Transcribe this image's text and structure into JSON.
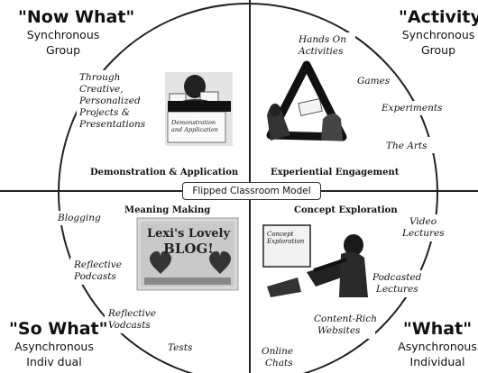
{
  "center_label": "Flipped Classroom Model",
  "corners": {
    "top_left": {
      "title": "\"Now What\"",
      "sub1": "Synchronous",
      "sub2": "Group"
    },
    "top_right": {
      "title": "\"Activity\"",
      "sub1": "Synchronous",
      "sub2": "Group"
    },
    "bottom_left": {
      "title": "\"So What\"",
      "sub1": "Asynchronous",
      "sub2": "Indiv dual"
    },
    "bottom_right": {
      "title": "\"What\"",
      "sub1": "Asynchronous",
      "sub2": "Individual"
    }
  },
  "quadrants": {
    "top_left": "Demonstration & Application",
    "top_right": "Experiential Engagement",
    "bottom_left": "Meaning Making",
    "bottom_right": "Concept Exploration"
  },
  "notes": {
    "through_creative": [
      "Through",
      "Creative,",
      "Personalized",
      "Projects &",
      "Presentations"
    ],
    "hands_on": [
      "Hands On",
      "Activities"
    ],
    "games": "Games",
    "experiments": "Experiments",
    "the_arts": "The Arts",
    "video_lectures": [
      "Video",
      "Lectures"
    ],
    "podcasted_lectures": [
      "Podcasted",
      "Lectures"
    ],
    "content_rich": [
      "Content-Rich",
      "Websites"
    ],
    "online_chats": [
      "Online",
      "Chats"
    ],
    "tests": "Tests",
    "reflective_vodcasts": [
      "Reflective",
      "Vodcasts"
    ],
    "reflective_podcasts": [
      "Reflective",
      "Podcasts"
    ],
    "blogging": "Blogging"
  },
  "photos": {
    "demo_caption": [
      "Demonstration",
      "and Application"
    ],
    "concept_caption": [
      "Concept",
      "Exploration"
    ],
    "blog_text1": "Lexi's Lovely",
    "blog_text2": "BLOG!"
  }
}
